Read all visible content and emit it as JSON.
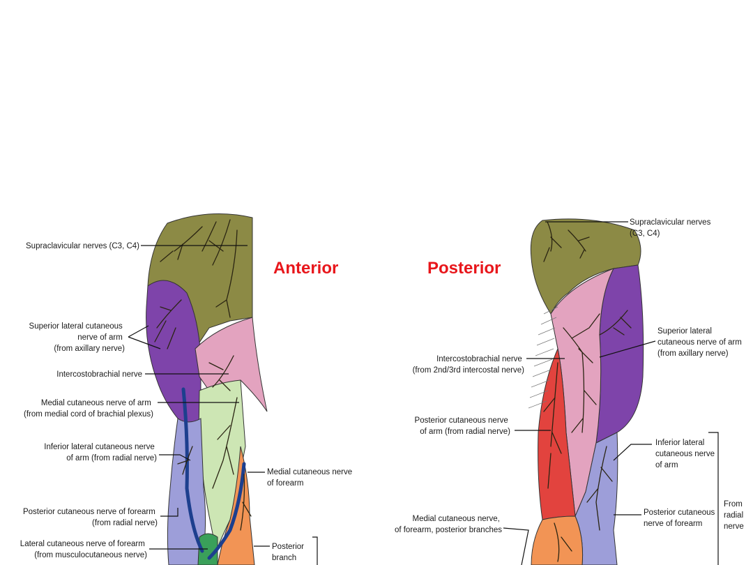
{
  "headings": {
    "anterior": "Anterior",
    "posterior": "Posterior"
  },
  "anterior_labels": {
    "supraclavicular": [
      "Supraclavicular nerves (C3, C4)"
    ],
    "superior_lateral": [
      "Superior lateral cutaneous",
      "nerve of arm",
      "(from axillary nerve)"
    ],
    "intercostobrachial": [
      "Intercostobrachial nerve"
    ],
    "medial_cut_arm": [
      "Medial cutaneous nerve of arm",
      "(from medial cord of brachial plexus)"
    ],
    "inferior_lateral": [
      "Inferior lateral cutaneous nerve",
      "of arm (from radial nerve)"
    ],
    "posterior_cut_forearm": [
      "Posterior cutaneous nerve of forearm",
      "(from radial nerve)"
    ],
    "lateral_cut_forearm": [
      "Lateral cutaneous nerve of forearm",
      "(from musculocutaneous nerve)"
    ],
    "medial_cut_forearm": [
      "Medial cutaneous nerve",
      "of forearm"
    ],
    "posterior_branch": [
      "Posterior",
      "branch"
    ]
  },
  "posterior_labels": {
    "supraclavicular": [
      "Supraclavicular nerves",
      "(C3, C4)"
    ],
    "superior_lateral": [
      "Superior lateral",
      "cutaneous nerve of arm",
      "(from axillary nerve)"
    ],
    "intercostobrachial": [
      "Intercostobrachial nerve",
      "(from 2nd/3rd intercostal nerve)"
    ],
    "posterior_cut_arm": [
      "Posterior cutaneous nerve",
      "of arm (from radial nerve)"
    ],
    "inferior_lateral": [
      "Inferior lateral",
      "cutaneous nerve",
      "of arm"
    ],
    "from_radial": [
      "From",
      "radial",
      "nerve"
    ],
    "posterior_cut_forearm": [
      "Posterior cutaneous",
      "nerve of forearm"
    ],
    "medial_cut_forearm": [
      "Medial cutaneous nerve,",
      "of forearm, posterior branches"
    ]
  },
  "colors": {
    "olive": "#8c8a45",
    "purple": "#7e44aa",
    "pink": "#e3a3bf",
    "light_green": "#cde6b4",
    "lavender": "#9d9ed9",
    "orange": "#f29455",
    "red": "#e2433e",
    "green": "#3aa05a",
    "heading_red": "#e8161b"
  }
}
